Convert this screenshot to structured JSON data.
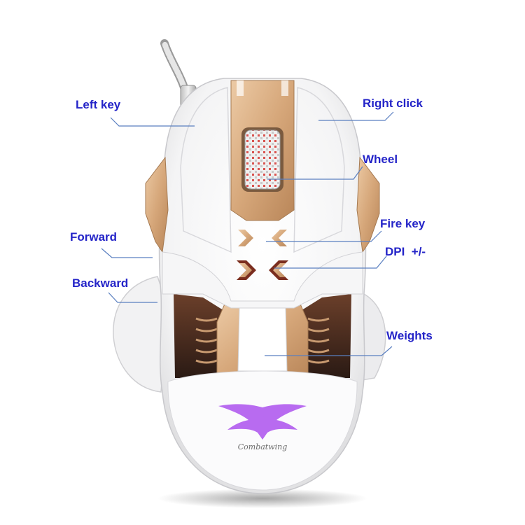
{
  "labels": {
    "left_key": "Left key",
    "right_click": "Right click",
    "wheel": "Wheel",
    "forward": "Forward",
    "fire_key": "Fire key",
    "dpi": "DPI  +/-",
    "backward": "Backward",
    "weights": "Weights"
  },
  "brand": {
    "logo_text": "Combatwing"
  },
  "colors": {
    "label_text": "#2424c8",
    "leader_line": "#5a7fc0",
    "shell": "#ffffff",
    "accent_gold": "#d9ae84",
    "logo_purple": "#b86bf0"
  }
}
